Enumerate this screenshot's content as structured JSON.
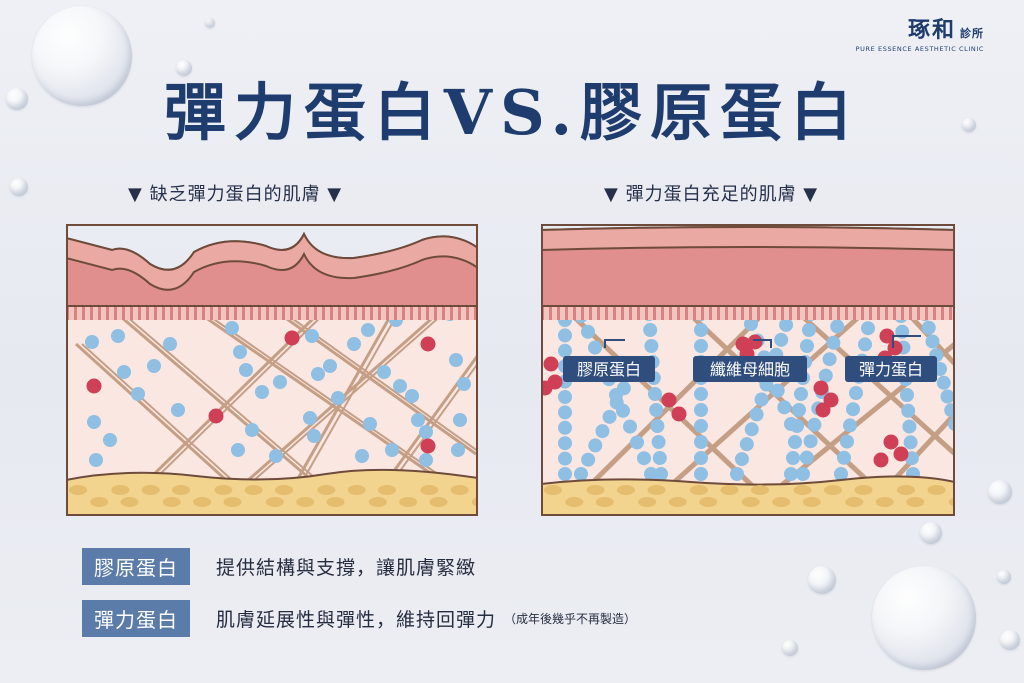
{
  "logo": {
    "brand": "琢和",
    "brand_suffix": "診所",
    "subline": "PURE ESSENCE AESTHETIC CLINIC"
  },
  "title": "彈力蛋白VS.膠原蛋白",
  "left_panel": {
    "heading": "▼ 缺乏彈力蛋白的肌膚 ▼"
  },
  "right_panel": {
    "heading": "▼ 彈力蛋白充足的肌膚 ▼",
    "labels": [
      "膠原蛋白",
      "纖維母細胞",
      "彈力蛋白"
    ]
  },
  "legend": [
    {
      "term": "膠原蛋白",
      "desc": "提供結構與支撐，讓肌膚緊緻",
      "note": ""
    },
    {
      "term": "彈力蛋白",
      "desc": "肌膚延展性與彈性，維持回彈力",
      "note": "（成年後幾乎不再製造）"
    }
  ],
  "colors": {
    "navy": "#1f3c6e",
    "skin_top": "#e9aaa5",
    "skin_mid": "#e08f8e",
    "dermis": "#fbe7e2",
    "fat": "#f2d48e",
    "fiber": "#c49f86",
    "elastin_dot": "#8fbfe2",
    "fibroblast_dot": "#cf3f55",
    "tag": "#2f4e7d",
    "legend_box": "#5b7ba9"
  }
}
